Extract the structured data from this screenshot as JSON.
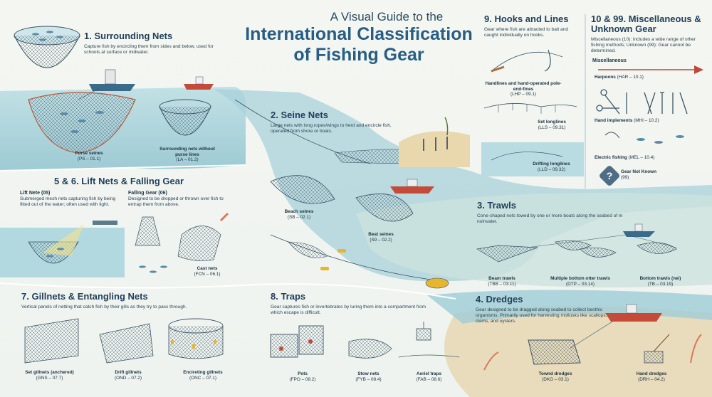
{
  "title": {
    "line1": "A Visual Guide to the",
    "line2": "International Classification of Fishing Gear"
  },
  "sections": {
    "surrounding": {
      "heading": "1. Surrounding Nets",
      "desc": "Capture fish by encircling them from sides and below, used for schools at surface or midwater.",
      "items": [
        {
          "name": "Purse seines",
          "code": "(PS – 01.1)"
        },
        {
          "name": "Surrounding nets without purse lines",
          "code": "(LA – 01.2)"
        }
      ]
    },
    "seine": {
      "heading": "2. Seine Nets",
      "desc": "Large nets with long ropes/wings to herd and encircle fish, operated from shore or boats.",
      "items": [
        {
          "name": "Beach seines",
          "code": "(SB – 02.1)"
        },
        {
          "name": "Beat seines",
          "code": "(S9 – 02.2)"
        }
      ]
    },
    "trawls": {
      "heading": "3. Trawls",
      "desc": "Cone-shaped nets towed by one or more boats along the seabed of m nolnvater.",
      "items": [
        {
          "name": "Beam trawls",
          "code": "(TBB – 03.11)"
        },
        {
          "name": "Multiple bottom otter trawls",
          "code": "(DTP – 03.14)"
        },
        {
          "name": "Bottom trawls (nei)",
          "code": "(TB – 03.19)"
        }
      ]
    },
    "dredges": {
      "heading": "4. Dredges",
      "desc": "Gear designed to be dragged along seabed to collect benthic organisms. Primarily used for harvesting mollusks like scallops, clams, and oysters.",
      "items": [
        {
          "name": "Townd dredges",
          "code": "(DKG – 03.1)"
        },
        {
          "name": "Hand dredges",
          "code": "(DRH – 04.2)"
        }
      ]
    },
    "lift": {
      "heading": "5 & 6. Lift Nets & Falling Gear",
      "lift_title": "Lift Nete (05)",
      "lift_desc": "Submerged mesh nets capturing fish by being fitted out of the water; often used with light.",
      "fall_title": "Falling Gear (06)",
      "fall_desc": "Designed to be dropped or thrown over fish to entrap them from above.",
      "items": [
        {
          "name": "Cast nets",
          "code": "(FCN – 06.1)"
        }
      ]
    },
    "gillnets": {
      "heading": "7. Gillnets & Entangling Nets",
      "desc": "Vertical panels of netting that catch fish by their gills as they try to pass through.",
      "items": [
        {
          "name": "Set gillnets (anchered)",
          "code": "(GNS – 07.7)"
        },
        {
          "name": "Drift gillnets",
          "code": "(OND – 07.2)"
        },
        {
          "name": "Encireting gillnets",
          "code": "(ONC – 07.1)"
        }
      ]
    },
    "traps": {
      "heading": "8. Traps",
      "desc": "Gear captures fish or invertebrates by luring them into a compartment from which escape is difficult.",
      "items": [
        {
          "name": "Pots",
          "code": "(FPO – 08.2)"
        },
        {
          "name": "Stow nets",
          "code": "(FYB – 08.4)"
        },
        {
          "name": "Aeriel traps",
          "code": "(FAB – 08.6)"
        }
      ]
    },
    "hooks": {
      "heading": "9. Hooks and Lines",
      "desc": "Gear where fish are attracted to bait and caught individually on hooks.",
      "items": [
        {
          "name": "Handlines and hand-operated pole-end-fines",
          "code": "(LHP – 09.1)"
        },
        {
          "name": "Set longlines",
          "code": "(LLS – 09.31)"
        },
        {
          "name": "Drifting longlines",
          "code": "(LLD – 09.32)"
        }
      ]
    },
    "misc": {
      "heading": "10 & 99. Miscellaneous & Unknown Gear",
      "desc": "Miscellaneous (10): includes a wide range of other fishing methods; Unknown (99): Gear cannot be determined.",
      "sub": "Miscellaneous",
      "items": [
        {
          "name": "Harpoons",
          "code": "(HAR – 10.1)"
        },
        {
          "name": "Hand implements",
          "code": "(MHI – 10.2)"
        },
        {
          "name": "Electric fishing",
          "code": "(MEL – 10.4)"
        },
        {
          "name": "Gear Not Known",
          "code": "(99)"
        }
      ]
    }
  },
  "colors": {
    "water": "#a9d3dd",
    "deep": "#7fb9c9",
    "sand": "#ead9b4",
    "accent": "#285e84",
    "net": "#3b5566",
    "buoy": "#e8b531",
    "boat": "#d24a3a"
  }
}
